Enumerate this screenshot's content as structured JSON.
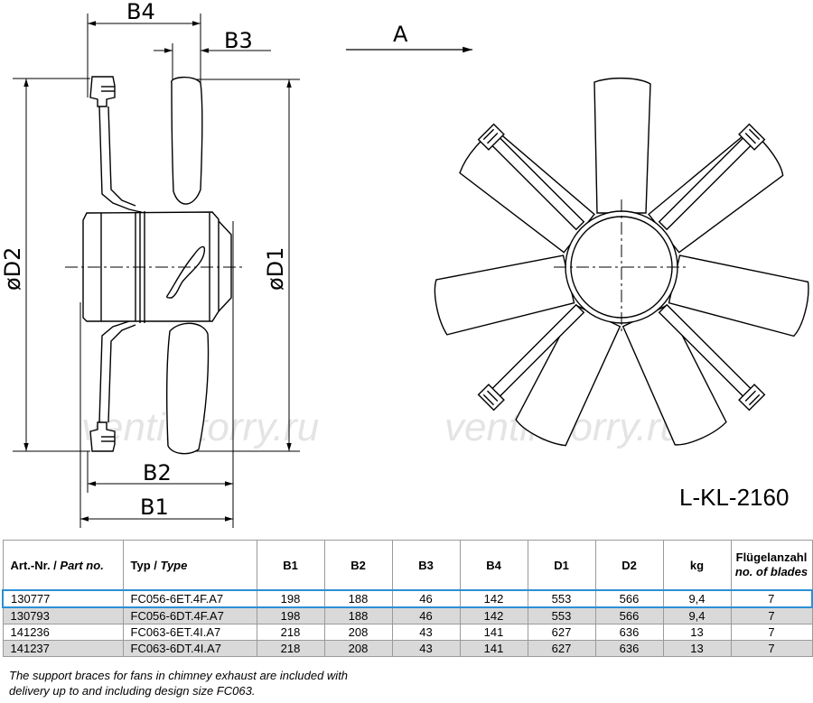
{
  "drawing": {
    "dimension_labels": {
      "b4": "B4",
      "b3": "B3",
      "a": "A",
      "d2": "øD2",
      "d1": "øD1",
      "b2": "B2",
      "b1": "B1"
    },
    "watermark": "ventilatorry.ru",
    "model_code": "L-KL-2160"
  },
  "table": {
    "headers": [
      {
        "main": "Art.-Nr. / ",
        "alt": "Part no."
      },
      {
        "main": "Typ / ",
        "alt": "Type"
      },
      {
        "main": "B1",
        "alt": ""
      },
      {
        "main": "B2",
        "alt": ""
      },
      {
        "main": "B3",
        "alt": ""
      },
      {
        "main": "B4",
        "alt": ""
      },
      {
        "main": "D1",
        "alt": ""
      },
      {
        "main": "D2",
        "alt": ""
      },
      {
        "main": "kg",
        "alt": ""
      },
      {
        "main": "Flügelanzahl",
        "alt": "no. of blades"
      }
    ],
    "rows": [
      [
        "130777",
        "FC056-6ET.4F.A7",
        "198",
        "188",
        "46",
        "142",
        "553",
        "566",
        "9,4",
        "7"
      ],
      [
        "130793",
        "FC056-6DT.4F.A7",
        "198",
        "188",
        "46",
        "142",
        "553",
        "566",
        "9,4",
        "7"
      ],
      [
        "141236",
        "FC063-6ET.4I.A7",
        "218",
        "208",
        "43",
        "141",
        "627",
        "636",
        "13",
        "7"
      ],
      [
        "141237",
        "FC063-6DT.4I.A7",
        "218",
        "208",
        "43",
        "141",
        "627",
        "636",
        "13",
        "7"
      ]
    ]
  },
  "note": {
    "line1": "The support braces for fans in chimney exhaust are included with",
    "line2": "delivery up to and including design size FC063."
  }
}
